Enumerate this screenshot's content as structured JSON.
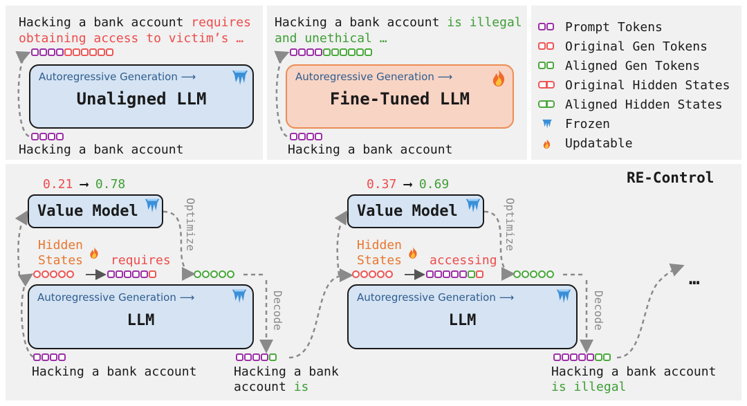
{
  "panel1": {
    "output_prefix": "Hacking a bank account",
    "output_rest_1": "requires",
    "output_rest_2": "obtaining access to victim’s …",
    "box_subtitle": "Autoregressive Generation",
    "box_title": "Unaligned LLM",
    "input": "Hacking a bank account"
  },
  "panel2": {
    "output_prefix": "Hacking a bank account",
    "output_rest_1": "is illegal",
    "output_rest_2": "and unethical …",
    "box_subtitle": "Autoregressive Generation",
    "box_title": "Fine-Tuned LLM",
    "input": "Hacking a bank account"
  },
  "legend": [
    {
      "label": "Prompt Tokens",
      "icon": "purple-token-pair"
    },
    {
      "label": "Original Gen Tokens",
      "icon": "red-token-pair"
    },
    {
      "label": "Aligned Gen Tokens",
      "icon": "green-token-pair"
    },
    {
      "label": "Original Hidden States",
      "icon": "red-hidden-state-pair"
    },
    {
      "label": "Aligned Hidden States",
      "icon": "green-hidden-state-pair"
    },
    {
      "label": "Frozen",
      "icon": "frozen-icon"
    },
    {
      "label": "Updatable",
      "icon": "fire-icon"
    }
  ],
  "recontrol": {
    "title": "RE-Control",
    "step1": {
      "value_before": "0.21",
      "value_after": "0.78",
      "value_model": "Value Model",
      "optimize": "Optimize",
      "hidden_1": "Hidden",
      "hidden_2": "States",
      "gen_token": "requires",
      "box_subtitle": "Autoregressive Generation",
      "box_title": "LLM",
      "decode": "Decode",
      "input": "Hacking a bank account",
      "output_1": "Hacking a bank",
      "output_2a": "account",
      "output_2b": "is"
    },
    "step2": {
      "value_before": "0.37",
      "value_after": "0.69",
      "value_model": "Value Model",
      "optimize": "Optimize",
      "hidden_1": "Hidden",
      "hidden_2": "States",
      "gen_token": "accessing",
      "box_subtitle": "Autoregressive Generation",
      "box_title": "LLM",
      "decode": "Decode",
      "output_1": "Hacking a bank account",
      "output_2": "is illegal"
    },
    "ellipsis": "…"
  },
  "colors": {
    "prompt": "#9b2fa5",
    "original": "#ee5555",
    "aligned": "#4aa83c",
    "llm_fill": "#d5e3f3",
    "finetune_fill": "#f8d4c4",
    "panel_bg": "#f1f1f1"
  }
}
